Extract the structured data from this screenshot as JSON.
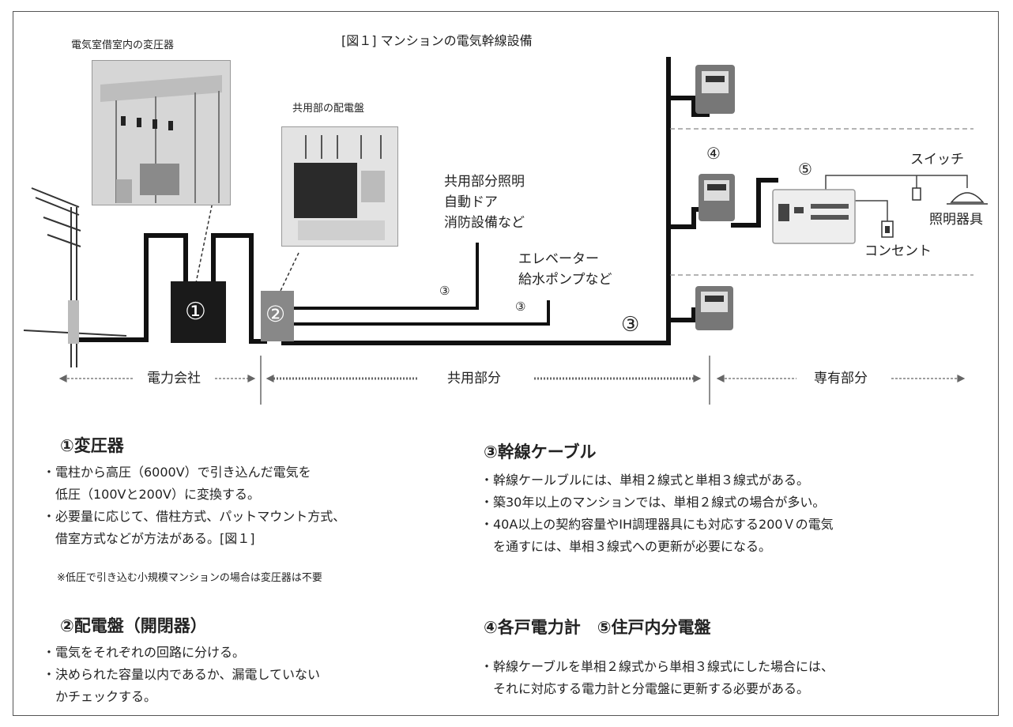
{
  "figure": {
    "title": "[図１] マンションの電気幹線設備",
    "labels": {
      "transformer_room_photo": "電気室借室内の変圧器",
      "panel_photo": "共用部の配電盤",
      "common_lighting": "共用部分照明",
      "auto_door": "自動ドア",
      "fire_equipment": "消防設備など",
      "elevator": "エレベーター",
      "water_pump": "給水ポンプなど",
      "switch": "スイッチ",
      "lighting_fixture": "照明器具",
      "outlet": "コンセント",
      "cable_mark_small_1": "③",
      "cable_mark_small_2": "③",
      "cable_mark_large": "③",
      "meter_mark": "④",
      "subpanel_mark": "⑤",
      "box1": "①",
      "box2": "②"
    },
    "zones": {
      "power_company": "電力会社",
      "common": "共用部分",
      "private": "専有部分"
    }
  },
  "sections": {
    "s1": {
      "title": "①変圧器",
      "items": [
        "・電柱から高圧（6000V）で引き込んだ電気を\n　低圧（100Vと200V）に変換する。",
        "・必要量に応じて、借柱方式、パットマウント方式、\n　借室方式などが方法がある。[図１]"
      ],
      "note": "※低圧で引き込む小規模マンションの場合は変圧器は不要"
    },
    "s2": {
      "title": "②配電盤（開閉器）",
      "items": [
        "・電気をそれぞれの回路に分ける。",
        "・決められた容量以内であるか、漏電していない\n　かチェックする。"
      ]
    },
    "s3": {
      "title": "③幹線ケーブル",
      "items": [
        "・幹線ケールブルには、単相２線式と単相３線式がある。",
        "・築30年以上のマンションでは、単相２線式の場合が多い。",
        "・40A以上の契約容量やIH調理器具にも対応する200Ｖの電気\n　を通すには、単相３線式への更新が必要になる。"
      ]
    },
    "s45": {
      "title": "④各戸電力計　⑤住戸内分電盤",
      "items": [
        "・幹線ケーブルを単相２線式から単相３線式にした場合には、\n　それに対応する電力計と分電盤に更新する必要がある。"
      ]
    }
  }
}
